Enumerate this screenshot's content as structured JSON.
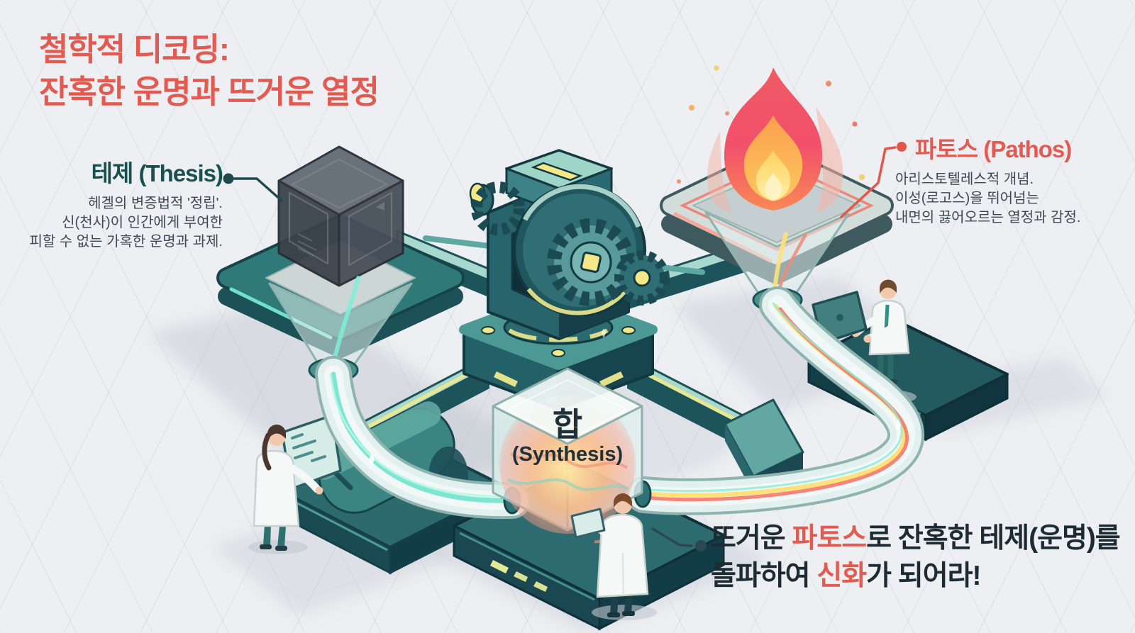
{
  "title": {
    "line1": "철학적 디코딩:",
    "line2": "잔혹한 운명과 뜨거운 열정"
  },
  "thesis": {
    "label": "테제 (Thesis)",
    "desc_lines": [
      "헤겔의 변증법적 '정립'.",
      "신(천사)이 인간에게 부여한",
      "피할 수 없는 가혹한 운명과 과제."
    ]
  },
  "pathos": {
    "label": "파토스 (Pathos)",
    "desc_lines": [
      "아리스토텔레스적 개념.",
      "이성(로고스)을 뛰어넘는",
      "내면의 끓어오르는 열정과 감정."
    ]
  },
  "synthesis": {
    "label_ko": "합",
    "label_en": "(Synthesis)"
  },
  "slogan": {
    "line1": {
      "seg1": "뜨거운 ",
      "seg2": "파토스",
      "seg3": "로 잔혹한 테제(운명)를"
    },
    "line2": {
      "seg1": "돌파하여 ",
      "seg2": "신화",
      "seg3": "가 되어라!"
    }
  },
  "colors": {
    "accent_red": "#e25a50",
    "thesis_teal": "#18504f",
    "body_text": "#3e4a53",
    "slogan_dark": "#1d2b32",
    "machine_teal": "#2e7177",
    "machine_teal_dark": "#1c5158",
    "glow_yellow": "#efe98c",
    "glow_aqua": "#7df0d8",
    "flame_red": "#f2506b",
    "flame_orange": "#f9a04e",
    "flame_yellow": "#ffd35e",
    "background": "#edeff2"
  },
  "icons": [
    "flame-icon",
    "thesis-cube-icon",
    "gear-icon",
    "funnel-icon",
    "pipe-icon",
    "scientist-figure-icon",
    "laptop-icon",
    "screen-icon",
    "tablet-icon",
    "connector-dot-icon"
  ]
}
